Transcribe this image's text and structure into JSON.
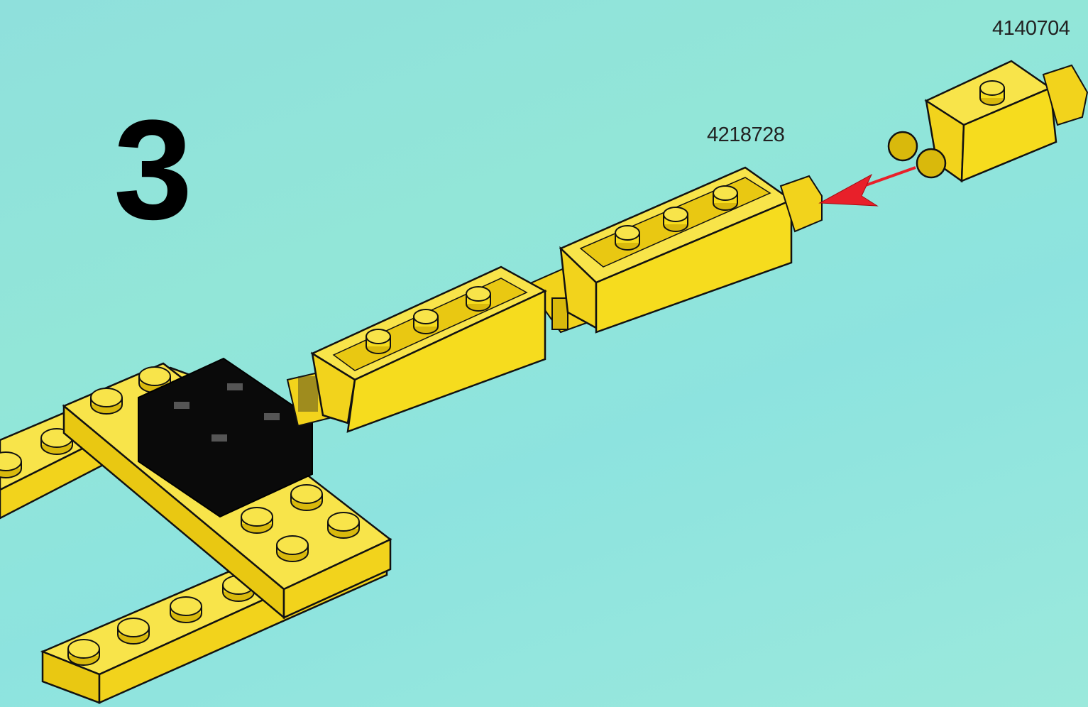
{
  "step": {
    "number": "3"
  },
  "parts": [
    {
      "code": "4140704"
    },
    {
      "code": "4218728"
    }
  ],
  "colors": {
    "background": "#8fe3dc",
    "brick_yellow": "#f6dc1e",
    "brick_yellow_dark": "#d9b90c",
    "brick_black": "#0a0a0a",
    "arrow_red": "#e8202a"
  }
}
